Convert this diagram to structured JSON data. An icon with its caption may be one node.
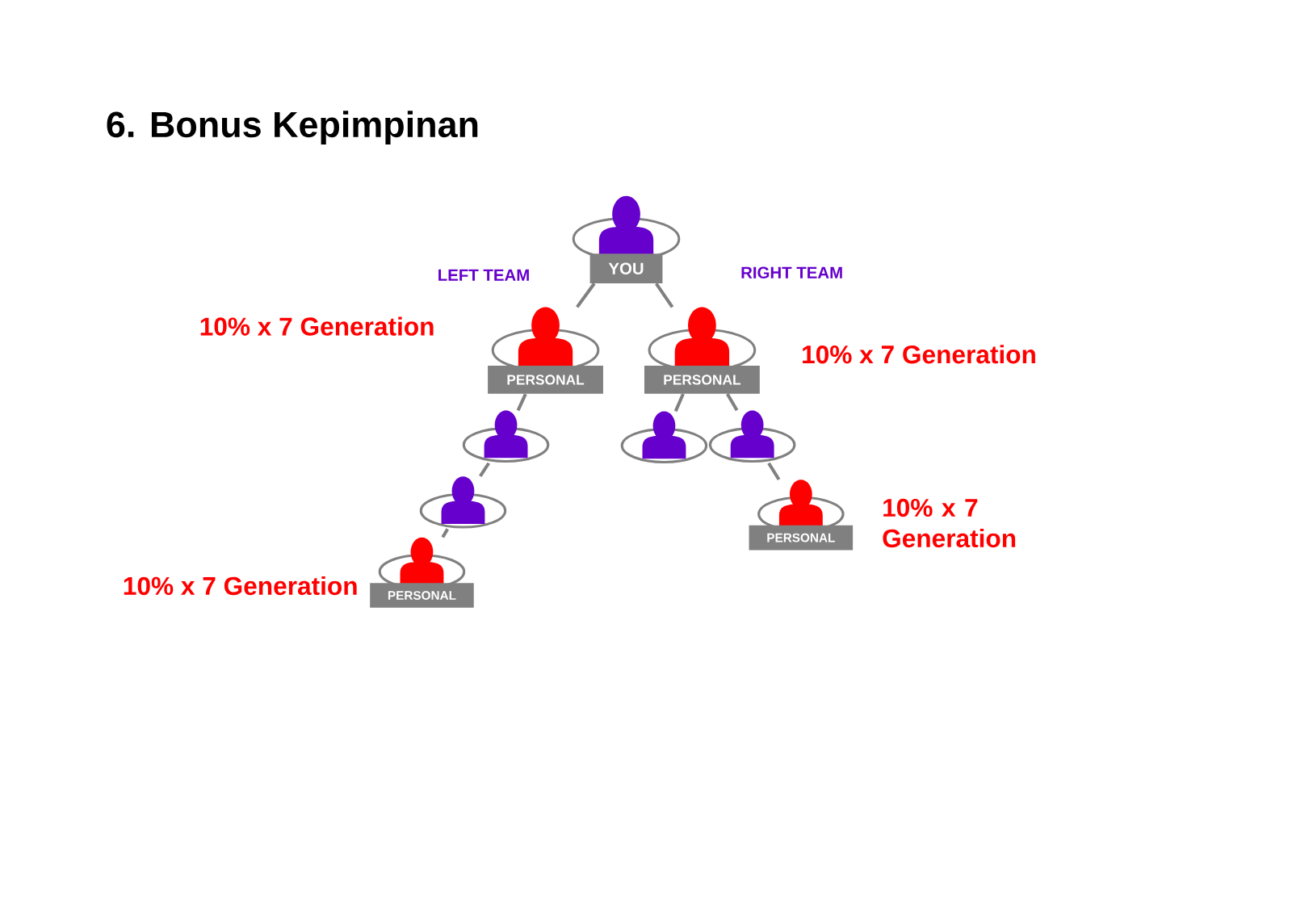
{
  "diagram": {
    "title": "6.  Bonus Kepimpinan",
    "nodes": [
      {
        "text": [
          "YOU"
        ]
      },
      {
        "text": [
          "PERSONAL"
        ],
        "beside": [
          "10% x 7 Generation"
        ]
      },
      {
        "text": [
          "PERSONAL"
        ],
        "beside": [
          "10% x 7 Generation"
        ]
      },
      {
        "text": [],
        "shape": "person"
      },
      {
        "text": [],
        "shape": "person"
      },
      {
        "text": [],
        "shape": "person"
      },
      {
        "text": [],
        "shape": "person"
      },
      {
        "text": [
          "PERSONAL"
        ],
        "beside": [
          "10% x 7 Generation"
        ]
      },
      {
        "text": [
          "PERSONAL"
        ],
        "beside": [
          "10% x 7 Generation"
        ]
      }
    ],
    "edges": [
      {
        "from": 0,
        "to": 1,
        "arrow": "none"
      },
      {
        "from": 0,
        "to": 2,
        "arrow": "none"
      },
      {
        "from": 1,
        "to": 3,
        "arrow": "none"
      },
      {
        "from": 2,
        "to": 4,
        "arrow": "none"
      },
      {
        "from": 2,
        "to": 5,
        "arrow": "none"
      },
      {
        "from": 3,
        "to": 6,
        "arrow": "none"
      },
      {
        "from": 6,
        "to": 8,
        "arrow": "none"
      },
      {
        "from": 5,
        "to": 7,
        "arrow": "none"
      }
    ],
    "labels": [
      "LEFT TEAM",
      "RIGHT TEAM"
    ]
  }
}
